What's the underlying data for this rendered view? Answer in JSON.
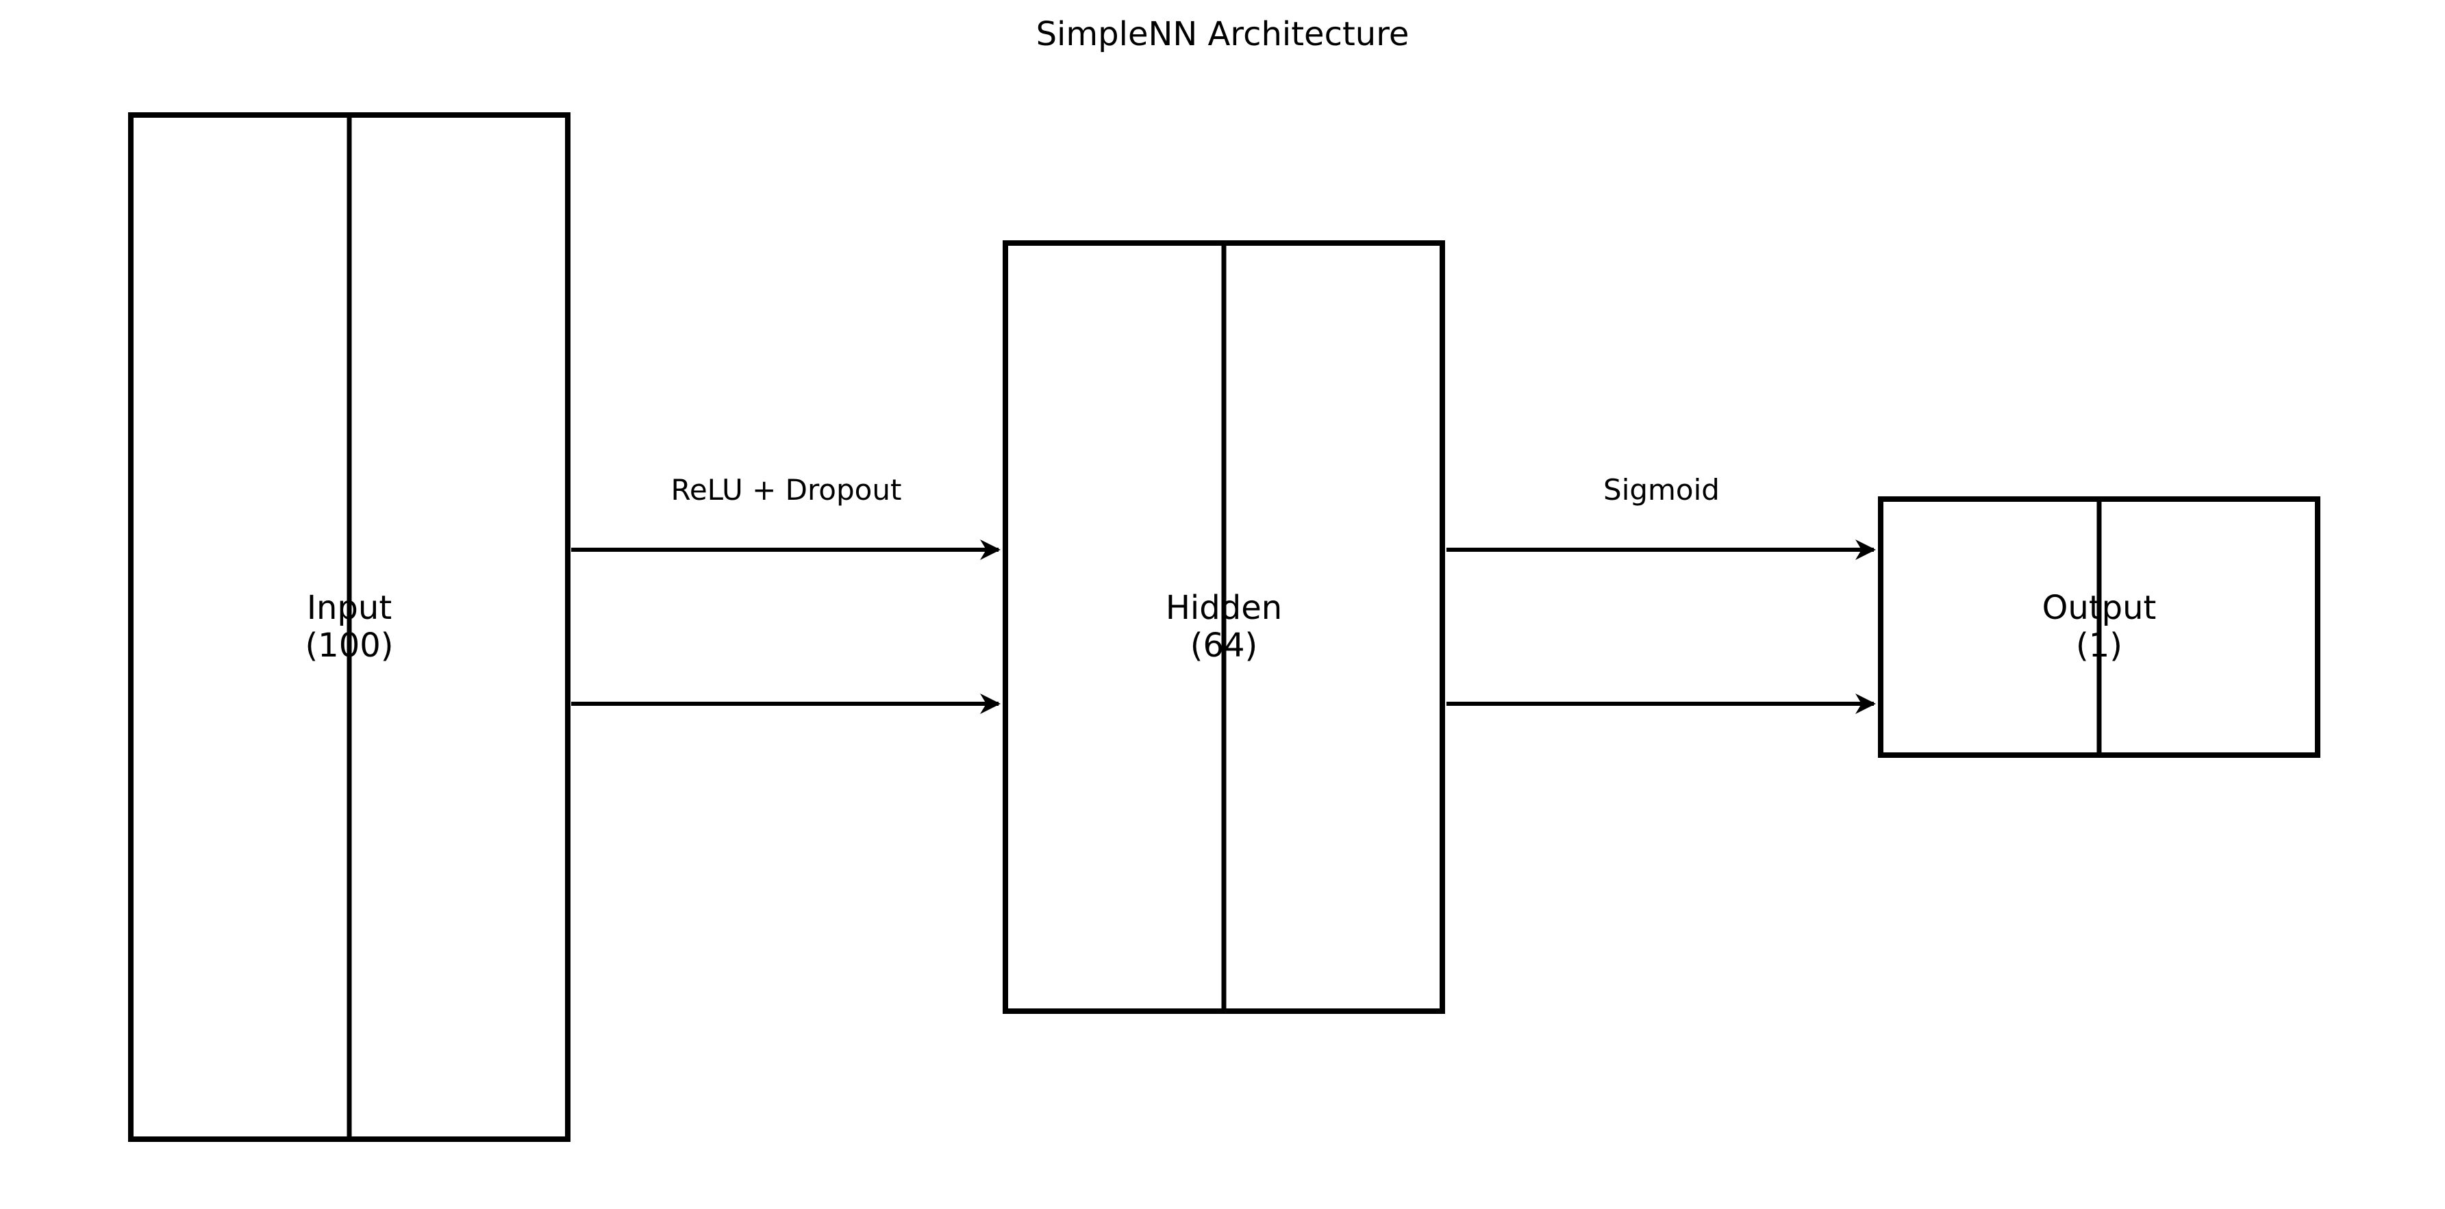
{
  "title": "SimpleNN Architecture",
  "layers": [
    {
      "name": "Input",
      "units": "(100)"
    },
    {
      "name": "Hidden",
      "units": "(64)"
    },
    {
      "name": "Output",
      "units": "(1)"
    }
  ],
  "edges": [
    {
      "from": "Input",
      "to": "Hidden",
      "label": "ReLU + Dropout"
    },
    {
      "from": "Hidden",
      "to": "Output",
      "label": "Sigmoid"
    }
  ],
  "colors": {
    "stroke": "#000000",
    "background": "#ffffff"
  }
}
